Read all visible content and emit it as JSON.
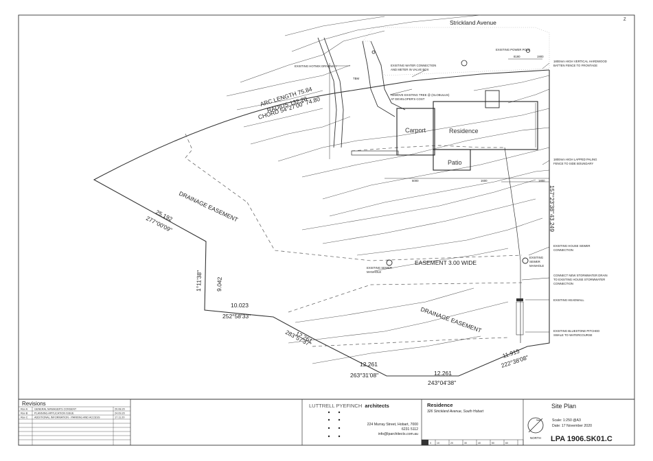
{
  "street": "Strickland Avenue",
  "corner_mark": "Z",
  "rooms": {
    "carport": "Carport",
    "residence": "Residence",
    "patio": "Patio"
  },
  "arc": {
    "length": "ARC LENGTH 75.84",
    "radius": "RADIUS 132.28",
    "chord": "CHORD 54°27'00\" 74.80"
  },
  "bearings": {
    "west_len": "25.192",
    "west_brg": "277°00'09\"",
    "sw_len": "9.042",
    "sw_brg": "1°11'38\"",
    "s1_len": "10.023",
    "s1_brg": "252°58'33\"",
    "s2_len": "12.261",
    "s2_brg": "283°57'37\"",
    "s3_len": "12.261",
    "s3_brg": "263°31'08\"",
    "s4_len": "12.261",
    "s4_brg": "243°04'38\"",
    "se_len": "11.915",
    "se_brg": "222°38'08\"",
    "east_brg": "157°23'38\"",
    "east_len": "43.249"
  },
  "easements": {
    "drainage_1": "DRAINAGE EASEMENT",
    "drainage_2": "DRAINAGE EASEMENT",
    "sewer": "EASEMENT 3.00 WIDE"
  },
  "notes": {
    "power_pole": "EXISTING POWER POLE",
    "hotmix": "EXISTING HOTMIX DRIVEWAY",
    "water_1": "EXISTING WATER CONNECTION",
    "water_2": "AND METER IN VALVE BOX",
    "tree_1": "REMOVE EXISTING TREE @ (GLOBULUS)",
    "tree_2": "AT DEVELOPER'S COST",
    "tbm": "TBM",
    "fence_front_1": "1800mm HIGH VERTICAL HARDWOOD",
    "fence_front_2": "BATTEN FENCE TO FRONTAGE",
    "fence_side_1": "1800mm HIGH LAPPED PALING",
    "fence_side_2": "FENCE TO SIDE BOUNDARY",
    "house_sewer_1": "EXISTING HOUSE SEWER",
    "house_sewer_2": "CONNECTION",
    "sewer_mh_1": "EXISTING",
    "sewer_mh_2": "SEWER",
    "sewer_mh_3": "MANHOLE",
    "sewer_left_1": "EXISTING SEWER",
    "sewer_left_2": "MANHOLE",
    "storm_1": "CONNECT NEW STORMWATER DRAIN",
    "storm_2": "TO EXISTING HOUSE STORMWATER",
    "storm_3": "CONNECTION",
    "headwall": "EXISTING HEADWALL",
    "swale_1": "EXISTING BLUESTONE PITCHED",
    "swale_2": "SWALE TO WATERCOURSE"
  },
  "dims": {
    "d6000": "6000",
    "d1600": "1600",
    "d1800": "1800",
    "d1900": "1900",
    "d8190": "8190"
  },
  "revisions": {
    "title": "Revisions",
    "rows": [
      {
        "rev": "Rev A",
        "desc": "GENERAL MANAGER'S CONSENT",
        "date": "20.08.20"
      },
      {
        "rev": "Rev B",
        "desc": "PLANNING APPLICATION ISSUE",
        "date": "24.09.20"
      },
      {
        "rev": "Rev C",
        "desc": "ADDITIONAL INFORMATION - PARKING AND ACCESS",
        "date": "17.11.20"
      }
    ]
  },
  "firm": {
    "name_light": "LUTTRELL PYEFINCH",
    "name_bold": "architects",
    "address": "224 Murray Street, Hobart, 7000",
    "phone": "6231 5112",
    "email": "info@lparchitects.com.au"
  },
  "project": {
    "title": "Residence",
    "address": "326 Strickland Avenue, South Hobart"
  },
  "sheet": {
    "title": "Site Plan",
    "scale": "Scale: 1:250 @A3",
    "date": "Date: 17 November 2020",
    "north": "NORTH",
    "number": "LPA 1906.SK01.C"
  },
  "scale_bar": [
    "0",
    "10",
    "20",
    "30",
    "40",
    "50",
    "60"
  ]
}
